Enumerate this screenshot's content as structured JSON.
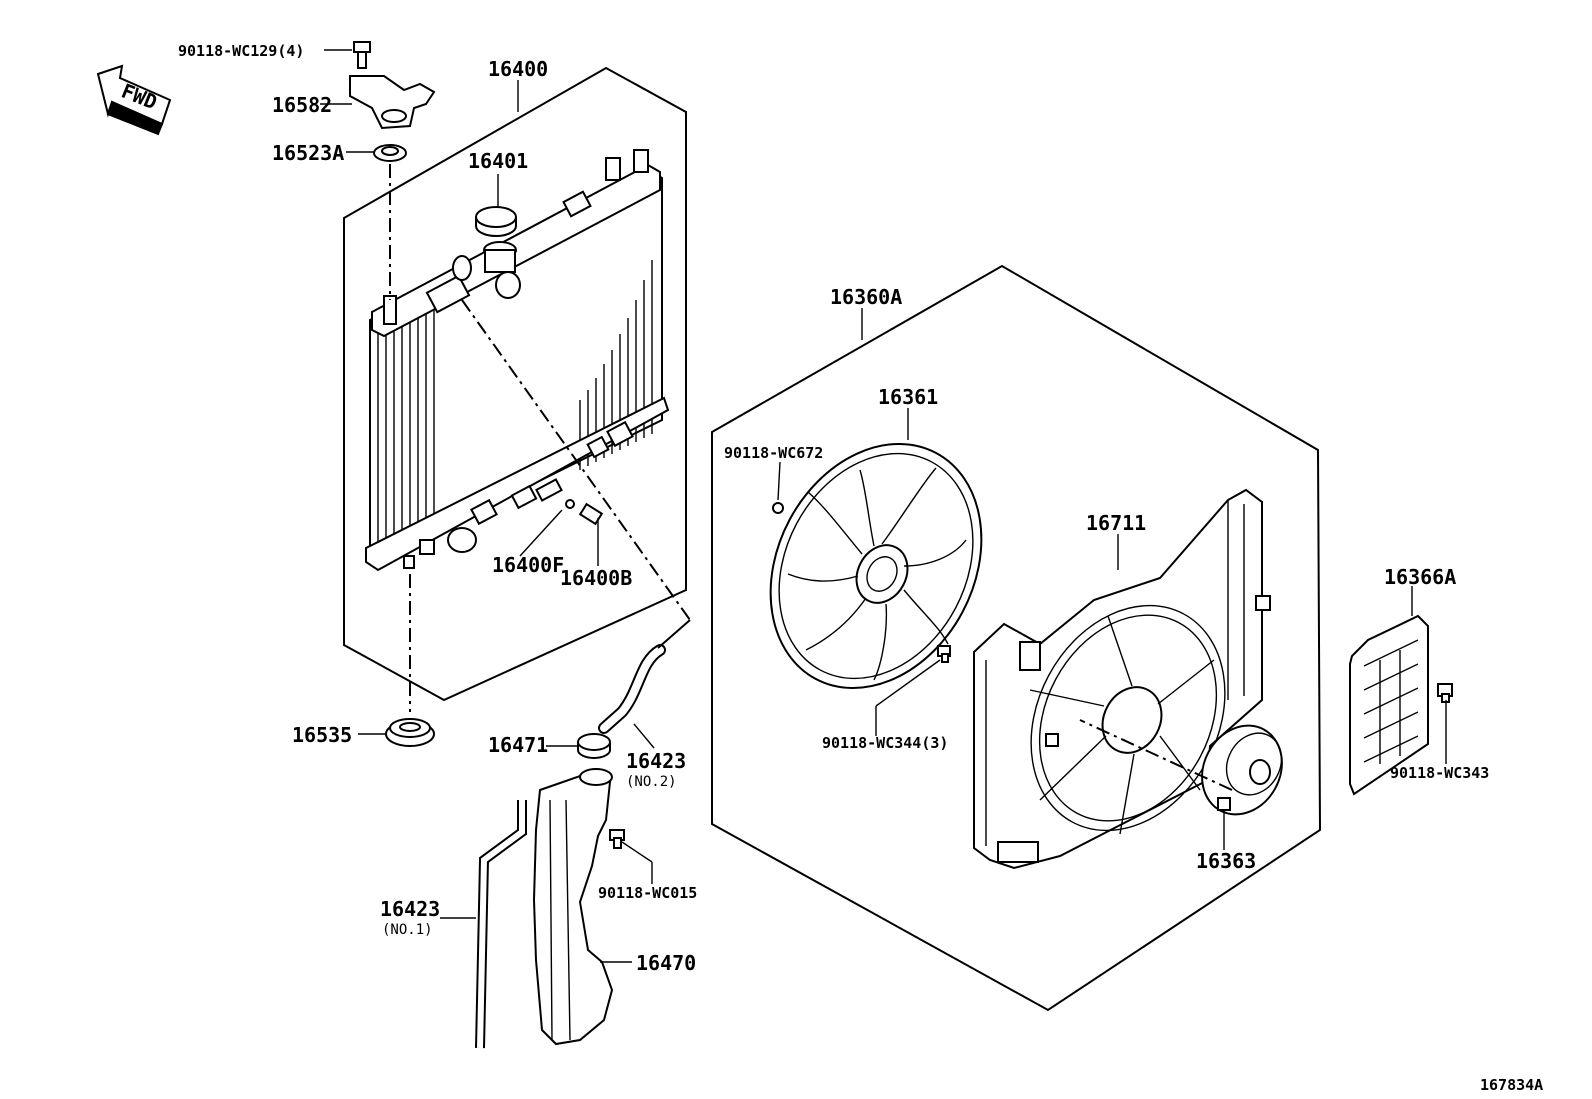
{
  "diagram": {
    "drawing_id": "167834A",
    "direction_label": "FWD",
    "labels": {
      "bolt_top": "90118-WC129(4)",
      "bracket": "16582",
      "grommet_top": "16523A",
      "radiator_assy": "16400",
      "cap": "16401",
      "drain_f": "16400F",
      "drain_b": "16400B",
      "grommet_bottom": "16535",
      "fan_shroud_assy": "16360A",
      "fan": "16361",
      "nut_fan": "90118-WC672",
      "screw_shroud": "90118-WC344(3)",
      "shroud": "16711",
      "motor": "16363",
      "plate": "16366A",
      "screw_plate": "90118-WC343",
      "cap_reservoir": "16471",
      "hose_no2": "16423",
      "hose_no2_sub": "(NO.2)",
      "bolt_reservoir": "90118-WC015",
      "hose_no1": "16423",
      "hose_no1_sub": "(NO.1)",
      "reservoir": "16470"
    }
  }
}
